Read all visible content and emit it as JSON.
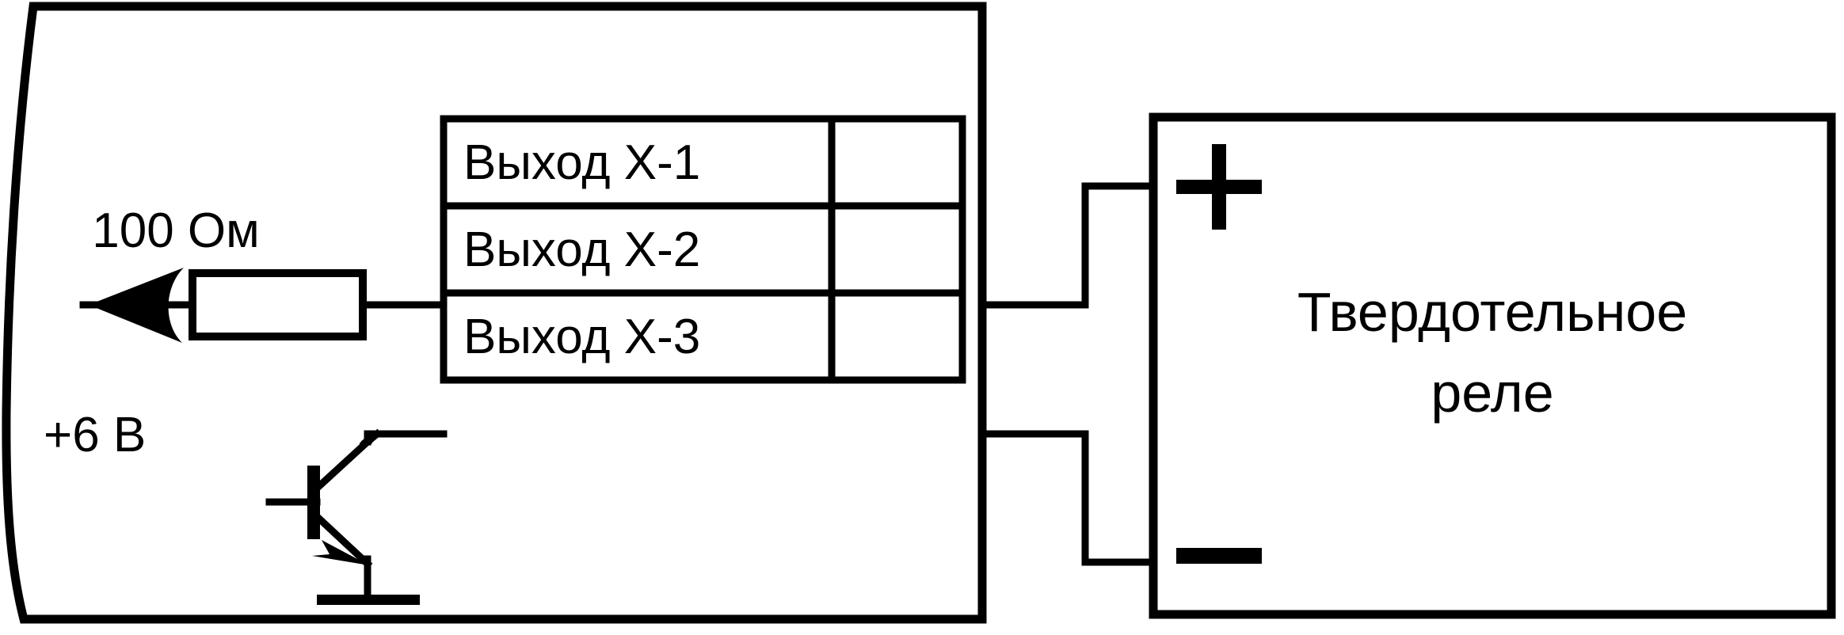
{
  "diagram": {
    "title": "Schema podklyucheniya tverdotelnogo rele",
    "stroke_color": "#000000",
    "background_color": "#ffffff",
    "device": {
      "name": "controller-enclosure",
      "labels": {
        "resistor_value": "100 Ом",
        "supply_voltage": "+6 В"
      }
    },
    "terminal_block": {
      "name": "output-terminal-block",
      "rows": [
        {
          "label": "Выход X-1",
          "value": ""
        },
        {
          "label": "Выход X-2",
          "value": ""
        },
        {
          "label": "Выход X-3",
          "value": ""
        }
      ]
    },
    "relay": {
      "name": "solid-state-relay",
      "title_line1": "Твердотельное",
      "title_line2": "реле",
      "terminals": {
        "positive": "+",
        "negative": "−"
      }
    },
    "components": {
      "resistor": "resistor-symbol",
      "transistor": "npn-transistor-symbol",
      "ground": "ground-symbol",
      "arrow": "current-arrow-left"
    }
  }
}
